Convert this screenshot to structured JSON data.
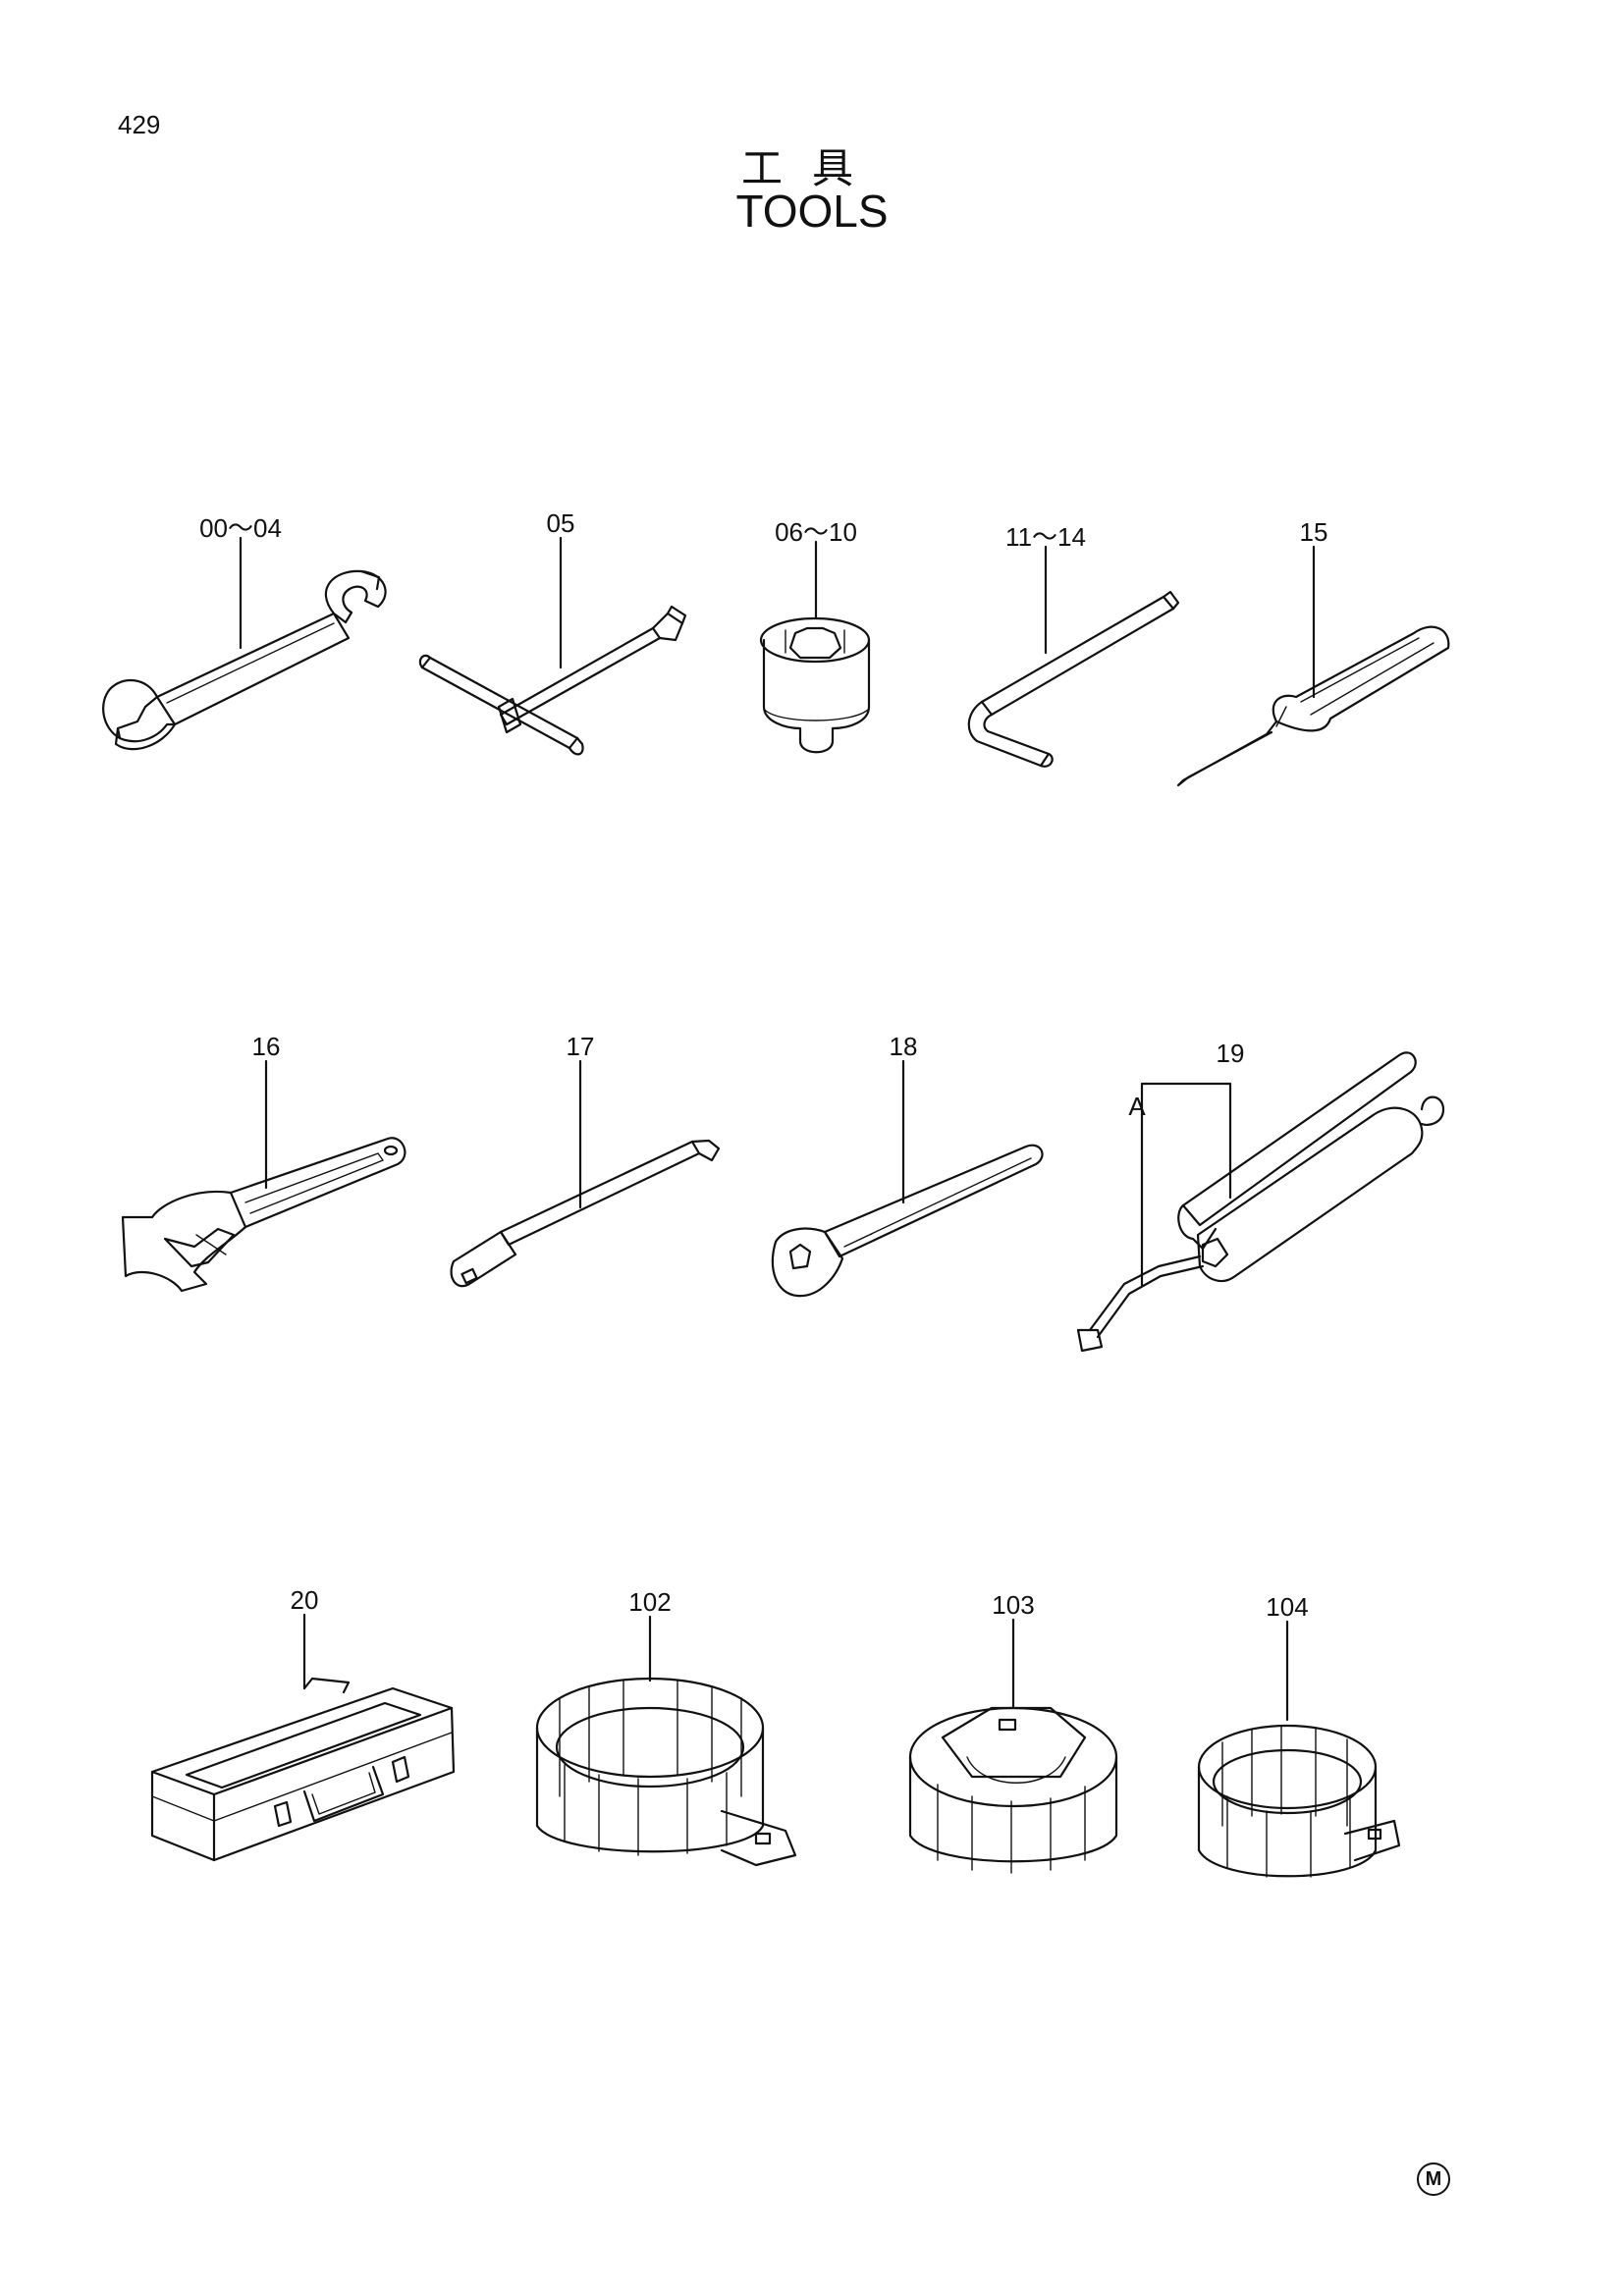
{
  "page_number": "429",
  "title_jp": "工具",
  "title_en": "TOOLS",
  "parts": [
    {
      "label": "00～04",
      "icon": "double-open-end-wrench-icon"
    },
    {
      "label": "05",
      "icon": "t-handle-socket-wrench-icon"
    },
    {
      "label": "06～10",
      "icon": "socket-icon"
    },
    {
      "label": "11～14",
      "icon": "hex-key-icon"
    },
    {
      "label": "15",
      "icon": "screwdriver-icon"
    },
    {
      "label": "16",
      "icon": "adjustable-wrench-icon"
    },
    {
      "label": "17",
      "icon": "extension-bar-icon"
    },
    {
      "label": "18",
      "icon": "ratchet-handle-icon"
    },
    {
      "label": "19",
      "icon": "grease-gun-icon"
    },
    {
      "label": "A",
      "icon": "grease-gun-nozzle-icon"
    },
    {
      "label": "20",
      "icon": "tool-box-icon"
    },
    {
      "label": "102",
      "icon": "filter-wrench-icon"
    },
    {
      "label": "103",
      "icon": "filter-wrench-cap-icon"
    },
    {
      "label": "104",
      "icon": "filter-wrench-small-icon"
    }
  ],
  "mark": "M"
}
